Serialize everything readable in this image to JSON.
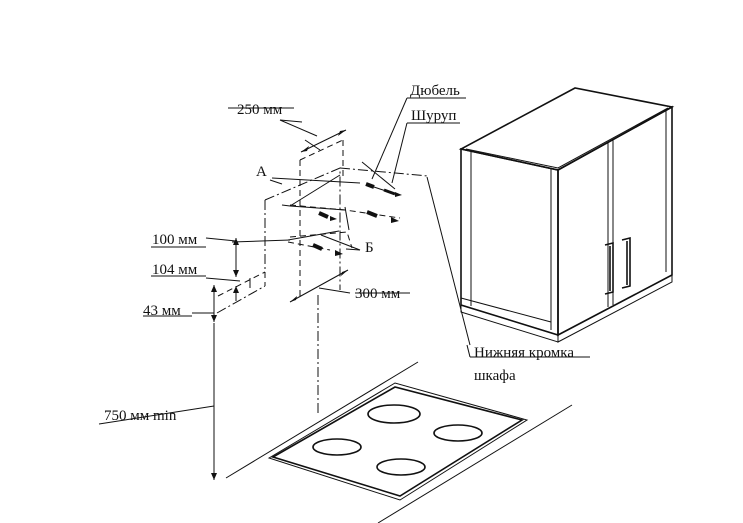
{
  "labels": {
    "dowel": "Дюбель",
    "screw": "Шуруп",
    "dim_250": "250 мм",
    "point_a": "А",
    "point_b": "Б",
    "dim_100": "100 мм",
    "dim_104": "104 мм",
    "dim_43": "43 мм",
    "dim_300": "300 мм",
    "dim_750": "750 мм min",
    "cabinet_edge_line1": "Нижняя кромка",
    "cabinet_edge_line2": "шкафа"
  },
  "colors": {
    "line": "#111111",
    "background": "#ffffff",
    "handle": "#555555"
  }
}
